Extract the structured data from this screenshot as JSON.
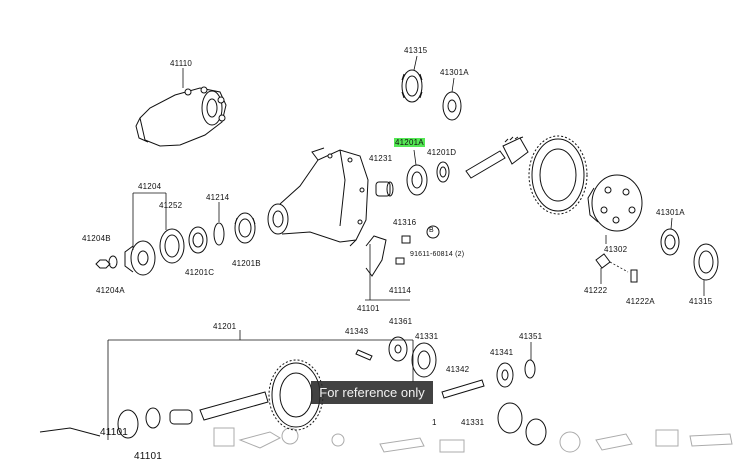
{
  "labels": {
    "p41110": "41110",
    "p41315_top": "41315",
    "p41301A_top": "41301A",
    "p41201A": "41201A",
    "p41231": "41231",
    "p41201D": "41201D",
    "p41204": "41204",
    "p41252": "41252",
    "p41214": "41214",
    "p41204B": "41204B",
    "p41201C": "41201C",
    "p41201B": "41201B",
    "p41204A": "41204A",
    "p41316": "41316",
    "p91611": "91611-60814 (2)",
    "p41114": "41114",
    "p41101": "41101",
    "p41302": "41302",
    "p41301A_right": "41301A",
    "p41222": "41222",
    "p41222A": "41222A",
    "p41315_right": "41315",
    "p41201": "41201",
    "p41343": "41343",
    "p41361": "41361",
    "p41331": "41331",
    "p41351": "41351",
    "p41341": "41341",
    "p41342": "41342",
    "p41331_b": "41331",
    "p1": "1",
    "p41101_b": "41101",
    "p41101_c": "41101",
    "callout_B": "B"
  },
  "watermark": "For reference only",
  "colors": {
    "highlight": "#54e854",
    "ink": "#111111",
    "watermark_bg": "#2a2a2a"
  }
}
